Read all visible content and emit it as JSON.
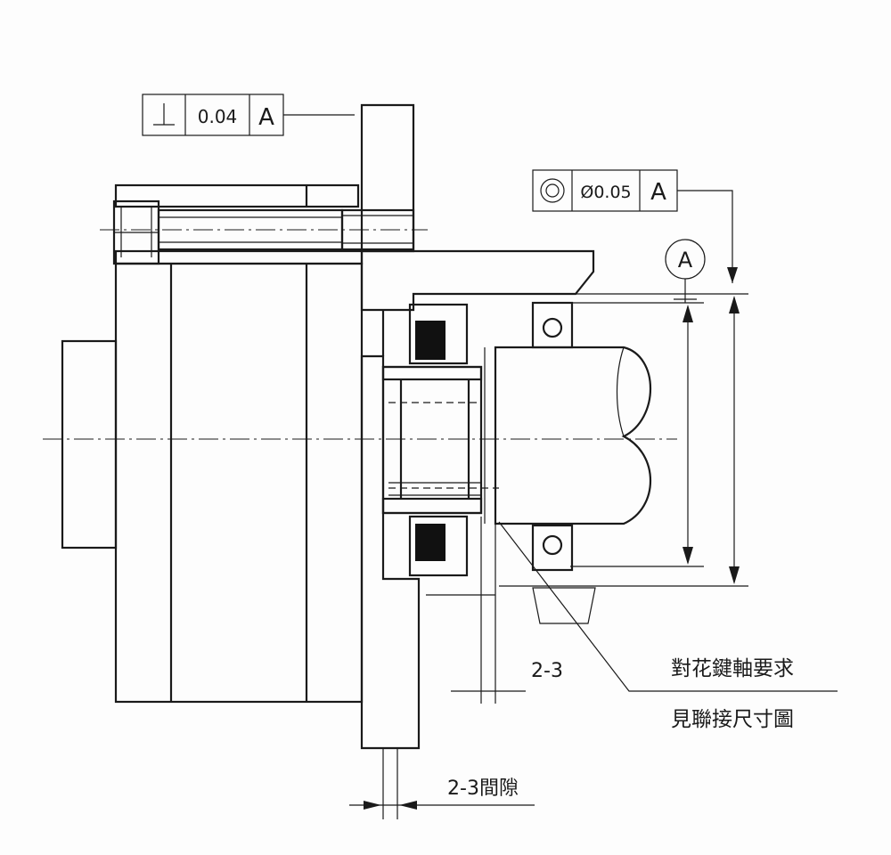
{
  "tolerance_frames": {
    "perpendicularity": {
      "symbol": "⊥",
      "value": "0.04",
      "datum": "A"
    },
    "concentricity": {
      "symbol": "◎",
      "value": "Ø0.05",
      "datum": "A"
    }
  },
  "datum": {
    "label": "A"
  },
  "annotations": {
    "gap_small": "2-3",
    "spline_note_line1": "對花鍵軸要求",
    "spline_note_line2": "見聯接尺寸圖",
    "gap_bottom": "2-3間隙"
  }
}
